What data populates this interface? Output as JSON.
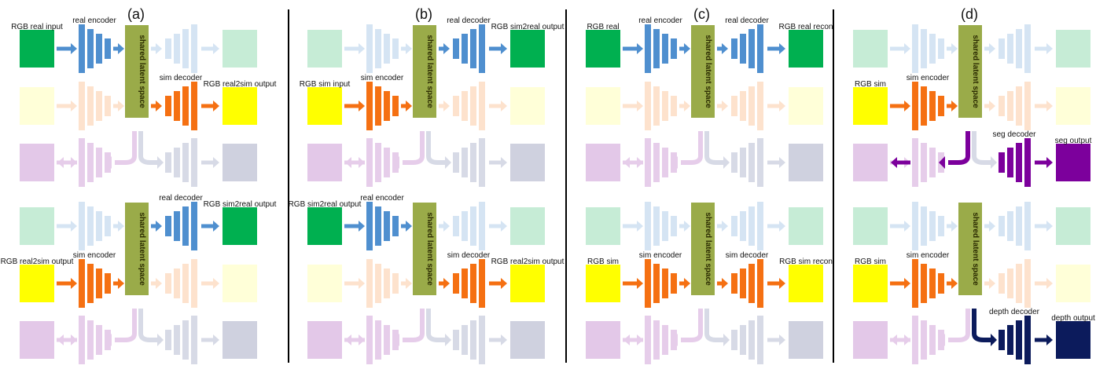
{
  "colors": {
    "real": "#00b050",
    "sim": "#ffff00",
    "seg": "#7c009c",
    "depth": "#0c1b5c",
    "real_net": "#4f8fcf",
    "sim_net": "#f57012",
    "latent": "#9aab49",
    "faint_real_net": "#d5e4f3",
    "faint_sim_net": "#fde2cd",
    "faint_purple_net": "#e6cdea",
    "faint_gray_net": "#d7dae6",
    "faint_green_box": "#c6ecd6",
    "faint_yellow_box": "#ffffd8",
    "faint_purple_box": "#e3c8e8",
    "faint_gray_box": "#cfd1df"
  },
  "latent_label": "shared latent space",
  "panels": [
    {
      "letter": "(a)",
      "blocks": [
        {
          "labels": {
            "in": "RGB real input",
            "enc": "real encoder",
            "dec": "sim decoder",
            "out": "RGB real2sim output"
          },
          "active_in": 0,
          "active_out": 1,
          "in_kind": "real",
          "out_kind": "sim"
        },
        {
          "labels": {
            "in": "RGB real2sim output",
            "enc": "sim encoder",
            "dec": "real decoder",
            "out": "RGB sim2real output"
          },
          "active_in": 1,
          "active_out": 0,
          "in_kind": "sim",
          "out_kind": "real"
        }
      ]
    },
    {
      "letter": "(b)",
      "blocks": [
        {
          "labels": {
            "in": "RGB sim input",
            "enc": "sim encoder",
            "dec": "real decoder",
            "out": "RGB sim2real output"
          },
          "active_in": 1,
          "active_out": 0,
          "in_kind": "sim",
          "out_kind": "real"
        },
        {
          "labels": {
            "in": "RGB sim2real output",
            "enc": "real encoder",
            "dec": "sim decoder",
            "out": "RGB real2sim output"
          },
          "active_in": 0,
          "active_out": 1,
          "in_kind": "real",
          "out_kind": "sim"
        }
      ]
    },
    {
      "letter": "(c)",
      "blocks": [
        {
          "labels": {
            "in": "RGB real",
            "enc": "real encoder",
            "dec": "real decoder",
            "out": "RGB real recon"
          },
          "active_in": 0,
          "active_out": 0,
          "in_kind": "real",
          "out_kind": "real"
        },
        {
          "labels": {
            "in": "RGB sim",
            "enc": "sim encoder",
            "dec": "sim decoder",
            "out": "RGB sim recon"
          },
          "active_in": 1,
          "active_out": 1,
          "in_kind": "sim",
          "out_kind": "sim"
        }
      ]
    },
    {
      "letter": "(d)",
      "blocks": [
        {
          "labels": {
            "in": "RGB sim",
            "enc": "sim encoder",
            "dec": "seg decoder",
            "out": "seg output"
          },
          "active_in": 1,
          "active_out": 2,
          "in_kind": "sim",
          "out_kind": "seg"
        },
        {
          "labels": {
            "in": "RGB sim",
            "enc": "sim encoder",
            "dec": "depth decoder",
            "out": "depth output"
          },
          "active_in": 1,
          "active_out": 2,
          "in_kind": "sim",
          "out_kind": "depth"
        }
      ]
    }
  ]
}
